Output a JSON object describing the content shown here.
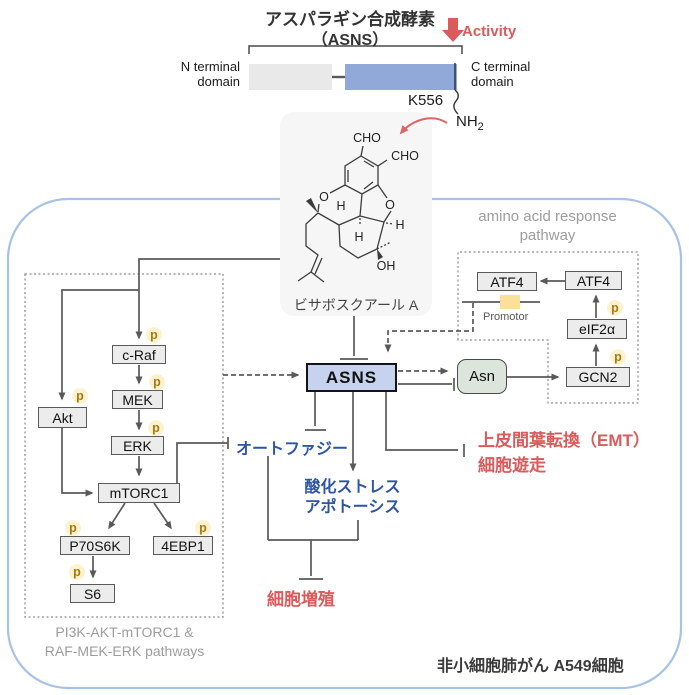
{
  "header": {
    "title_line1": "アスパラギン合成酵素",
    "title_line2": "（ASNS）",
    "activity": "Activity",
    "n_terminal_line1": "N terminal",
    "n_terminal_line2": "domain",
    "c_terminal_line1": "C terminal",
    "c_terminal_line2": "domain",
    "k556": "K556",
    "nh": "NH",
    "nh_sub": "2"
  },
  "compound": {
    "name": "ビサボスクアール A",
    "cho_top": "CHO",
    "cho_right": "CHO",
    "o_left": "O",
    "o_right": "O",
    "h_1": "H",
    "h_2": "H",
    "h_3": "H",
    "oh": "OH"
  },
  "amino_pathway": {
    "title_line1": "amino acid response",
    "title_line2": "pathway",
    "atf4_left": "ATF4",
    "atf4_right": "ATF4",
    "promotor": "Promotor",
    "eif2a": "eIF2α",
    "gcn2": "GCN2",
    "asn": "Asn"
  },
  "kinase_pathway": {
    "akt": "Akt",
    "c_raf": "c-Raf",
    "mek": "MEK",
    "erk": "ERK",
    "mtorc1": "mTORC1",
    "p70s6k": "P70S6K",
    "four_ebp1": "4EBP1",
    "s6": "S6",
    "caption_line1": "PI3K-AKT-mTORC1 &",
    "caption_line2": "RAF-MEK-ERK pathways"
  },
  "badges": {
    "p": "p"
  },
  "center": {
    "asns": "ASNS",
    "autophagy": "オートファジー",
    "oxidative_stress": "酸化ストレス",
    "apoptosis": "アポトーシス",
    "proliferation": "細胞増殖",
    "emt_line1": "上皮間葉転換（EMT）",
    "emt_line2": "細胞遊走"
  },
  "footer": {
    "cell_label": "非小細胞肺がん A549細胞"
  },
  "colors": {
    "accent_red": "#d95b5b",
    "accent_blue": "#2e55a3",
    "muted_gray": "#9c9c9c",
    "asns_fill": "#c7d3ee",
    "asn_fill": "#dbe5db",
    "promotor_fill": "#fbdf9b",
    "p_badge_fill": "#fdf2cf",
    "protein_c_domain_fill": "#91a9d9",
    "cell_border": "#a8c2e6"
  }
}
